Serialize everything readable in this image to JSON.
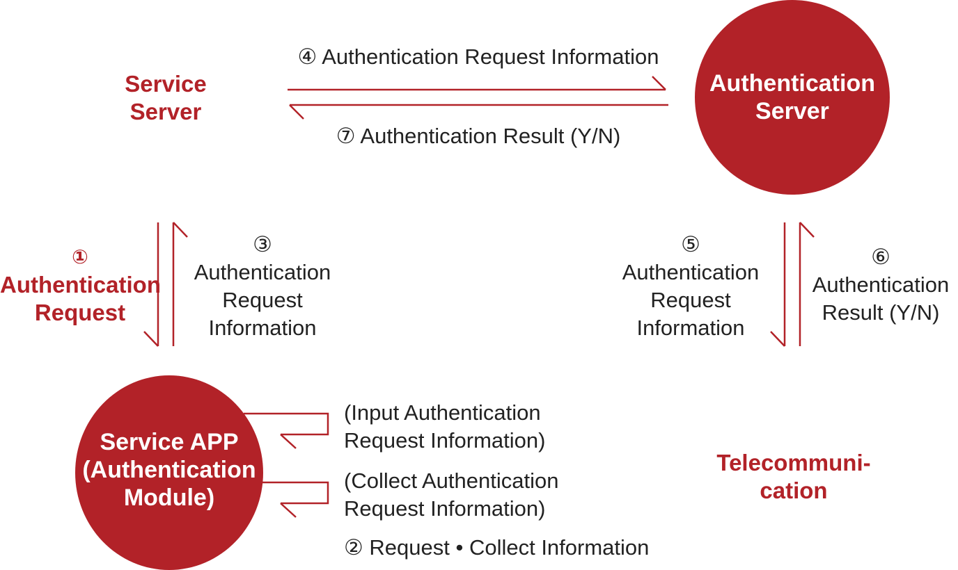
{
  "nodes": {
    "service_server": {
      "line1": "Service",
      "line2": "Server"
    },
    "auth_server": {
      "line1": "Authentication",
      "line2": "Server"
    },
    "service_app": {
      "line1": "Service APP",
      "line2": "(Authentication",
      "line3": "Module)"
    },
    "telecom": {
      "line1": "Telecommuni-",
      "line2": "cation"
    }
  },
  "steps": {
    "step1": {
      "num": "①",
      "line1": "Authentication",
      "line2": "Request"
    },
    "step2": {
      "text": "② Request • Collect Information",
      "sub1_line1": "(Input Authentication",
      "sub1_line2": "Request Information)",
      "sub2_line1": "(Collect Authentication",
      "sub2_line2": "Request Information)"
    },
    "step3": {
      "num": "③",
      "line1": "Authentication",
      "line2": "Request",
      "line3": "Information"
    },
    "step4": {
      "text": "④ Authentication Request Information"
    },
    "step5": {
      "num": "⑤",
      "line1": "Authentication",
      "line2": "Request",
      "line3": "Information"
    },
    "step6": {
      "num": "⑥",
      "line1": "Authentication",
      "line2": "Result (Y/N)"
    },
    "step7": {
      "text": "⑦ Authentication Result (Y/N)"
    }
  },
  "colors": {
    "accent": "#b22228",
    "text": "#222222",
    "background": "#ffffff"
  }
}
